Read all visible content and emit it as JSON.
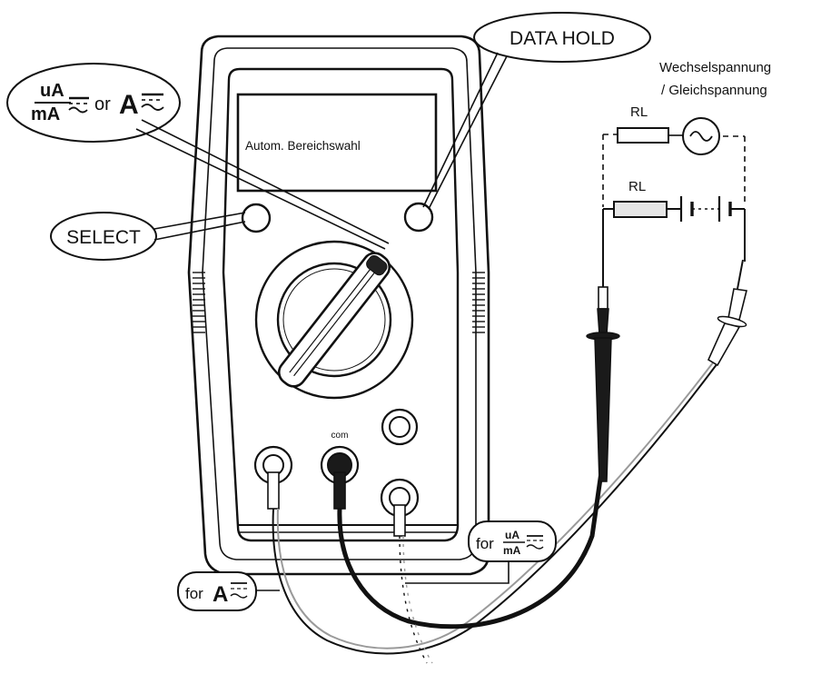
{
  "callouts": {
    "range_current": {
      "fraction_top": "uA",
      "fraction_bottom": "mA",
      "or_text": "or",
      "big_letter": "A"
    },
    "data_hold": "DATA HOLD",
    "select": "SELECT",
    "for_micro": {
      "prefix": "for",
      "fraction_top": "uA",
      "fraction_bottom": "mA"
    },
    "for_amp": {
      "prefix": "for",
      "big_letter": "A"
    }
  },
  "display_text": "Autom. Bereichswahl",
  "voltage_label_line1": "Wechselspannung",
  "voltage_label_line2": "/ Gleichspannung",
  "resistor_label_top": "RL",
  "resistor_label_bottom": "RL",
  "com_jack_label": "com",
  "colors": {
    "ink": "#111111",
    "body_fill": "#ffffff",
    "probe_black": "#1a1a1a",
    "lead_grey": "#9a9a9a",
    "resistor_fill": "#e6e6e6"
  },
  "icons": [
    "ac-dc-symbol-icon",
    "ac-source-icon",
    "battery-icon",
    "resistor-icon",
    "rotary-dial-icon"
  ]
}
